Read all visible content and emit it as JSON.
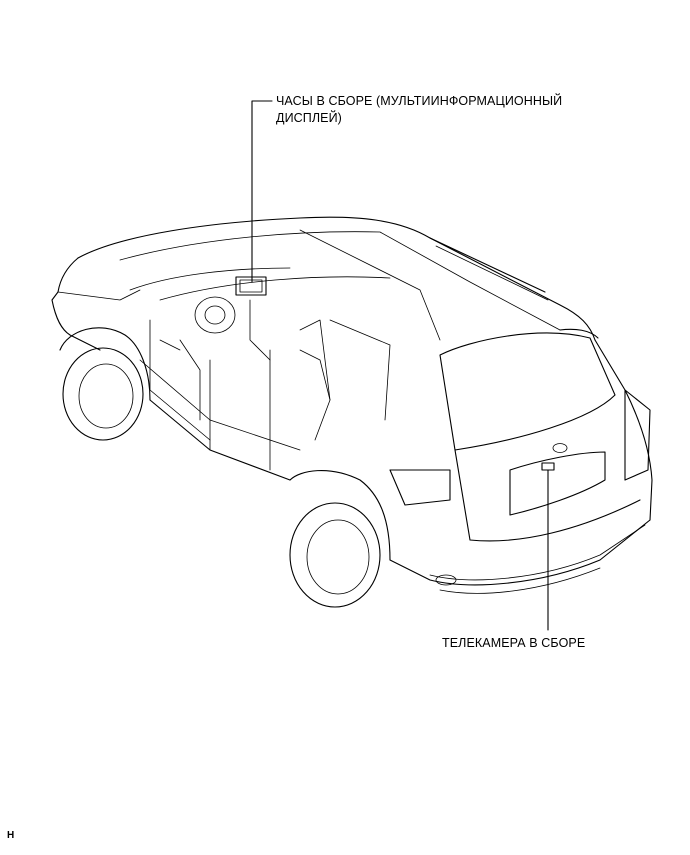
{
  "callouts": {
    "clock_assembly": {
      "line1": "ЧАСЫ В СБОРЕ (МУЛЬТИИНФОРМАЦИОННЫЙ",
      "line2": "ДИСПЛЕЙ)"
    },
    "camera_assembly": {
      "line1": "ТЕЛЕКАМЕРА В СБОРЕ"
    }
  },
  "figure_code": "H"
}
